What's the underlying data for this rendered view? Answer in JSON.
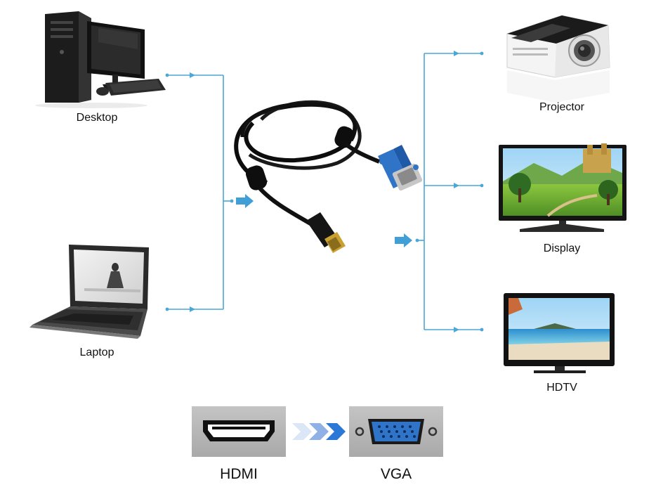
{
  "sources": [
    {
      "label": "Desktop",
      "icon": "desktop-computer-icon"
    },
    {
      "label": "Laptop",
      "icon": "laptop-icon"
    }
  ],
  "targets": [
    {
      "label": "Projector",
      "icon": "projector-icon"
    },
    {
      "label": "Display",
      "icon": "monitor-icon"
    },
    {
      "label": "HDTV",
      "icon": "tv-icon"
    }
  ],
  "cable": {
    "icon": "hdmi-to-vga-cable-icon"
  },
  "conversion": {
    "from_label": "HDMI",
    "to_label": "VGA",
    "from_icon": "hdmi-port-icon",
    "to_icon": "vga-port-icon",
    "arrow_icon": "chevron-arrows-icon"
  },
  "colors": {
    "line": "#4aa7d8",
    "arrow": "#3f9fd6",
    "vga_blue": "#2f74c7",
    "port_panel": "#b5b5b5"
  }
}
